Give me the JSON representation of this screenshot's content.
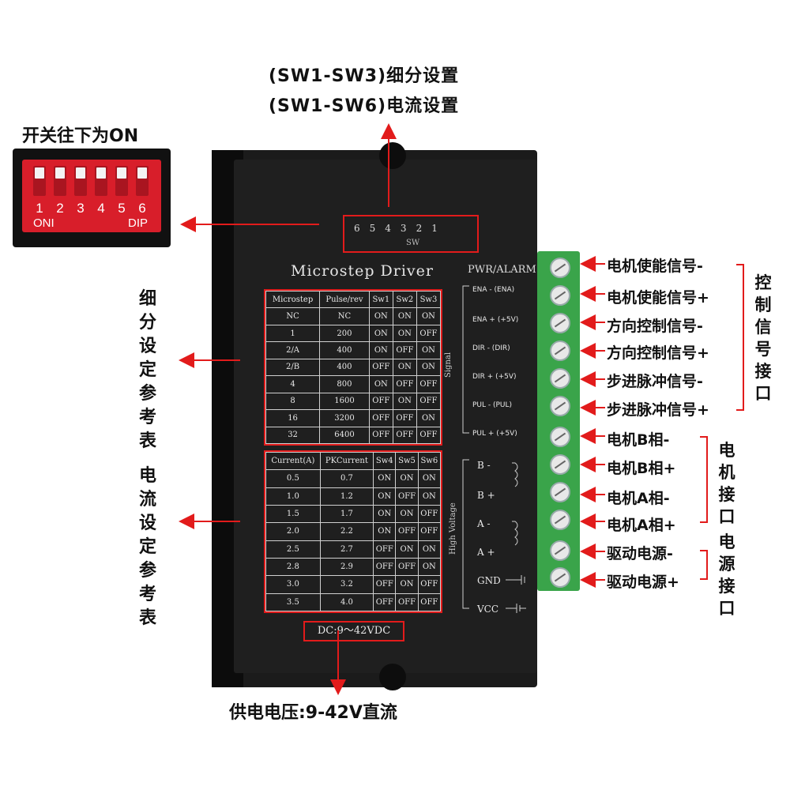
{
  "sw_note": {
    "line1": "(SW1-SW3)细分设置",
    "line2": "(SW1-SW6)电流设置"
  },
  "dip_caption": "开关往下为ON",
  "dip": {
    "numbers": [
      "1",
      "2",
      "3",
      "4",
      "5",
      "6"
    ],
    "on_text": "ONI",
    "dip_text": "DIP",
    "body_color": "#d81e2a"
  },
  "driver": {
    "sw_digits": [
      "6",
      "5",
      "4",
      "3",
      "2",
      "1"
    ],
    "sw_label": "SW",
    "title": "Microstep Driver",
    "pwr_alarm": "PWR/ALARM",
    "signal_label": "Signal",
    "high_voltage_label": "High Voltage",
    "dc_label": "DC:9～42VDC"
  },
  "microstep_table": {
    "headers": [
      "Microstep",
      "Pulse/rev",
      "Sw1",
      "Sw2",
      "Sw3"
    ],
    "rows": [
      [
        "NC",
        "NC",
        "ON",
        "ON",
        "ON"
      ],
      [
        "1",
        "200",
        "ON",
        "ON",
        "OFF"
      ],
      [
        "2/A",
        "400",
        "ON",
        "OFF",
        "ON"
      ],
      [
        "2/B",
        "400",
        "OFF",
        "ON",
        "ON"
      ],
      [
        "4",
        "800",
        "ON",
        "OFF",
        "OFF"
      ],
      [
        "8",
        "1600",
        "OFF",
        "ON",
        "OFF"
      ],
      [
        "16",
        "3200",
        "OFF",
        "OFF",
        "ON"
      ],
      [
        "32",
        "6400",
        "OFF",
        "OFF",
        "OFF"
      ]
    ]
  },
  "current_table": {
    "headers": [
      "Current(A)",
      "PKCurrent",
      "Sw4",
      "Sw5",
      "Sw6"
    ],
    "rows": [
      [
        "0.5",
        "0.7",
        "ON",
        "ON",
        "ON"
      ],
      [
        "1.0",
        "1.2",
        "ON",
        "OFF",
        "ON"
      ],
      [
        "1.5",
        "1.7",
        "ON",
        "ON",
        "OFF"
      ],
      [
        "2.0",
        "2.2",
        "ON",
        "OFF",
        "OFF"
      ],
      [
        "2.5",
        "2.7",
        "OFF",
        "ON",
        "ON"
      ],
      [
        "2.8",
        "2.9",
        "OFF",
        "OFF",
        "ON"
      ],
      [
        "3.0",
        "3.2",
        "OFF",
        "ON",
        "OFF"
      ],
      [
        "3.5",
        "4.0",
        "OFF",
        "OFF",
        "OFF"
      ]
    ]
  },
  "signal_pins": [
    "ENA - (ENA)",
    "ENA + (+5V)",
    "DIR - (DIR)",
    "DIR + (+5V)",
    "PUL - (PUL)",
    "PUL + (+5V)"
  ],
  "power_pins": [
    "B -",
    "B +",
    "A -",
    "A +",
    "GND",
    "VCC"
  ],
  "terminal_labels": [
    "电机使能信号-",
    "电机使能信号+",
    "方向控制信号-",
    "方向控制信号+",
    "步进脉冲信号-",
    "步进脉冲信号+",
    "电机B相-",
    "电机B相+",
    "电机A相-",
    "电机A相+",
    "驱动电源-",
    "驱动电源+"
  ],
  "groups": {
    "control": "控制信号接口",
    "motor": "电机接口",
    "power": "电源接口"
  },
  "side_labels": {
    "microstep_ref": "细分设定参考表",
    "current_ref": "电流设定参考表"
  },
  "supply_note": "供电电压:9-42V直流",
  "colors": {
    "accent_red": "#e21b1b",
    "terminal_green": "#3aa44a",
    "driver_black": "#1f1f1f"
  }
}
